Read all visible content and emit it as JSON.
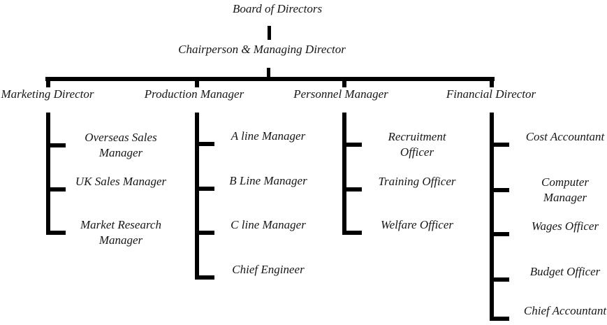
{
  "diagram": {
    "type": "org-chart",
    "board_label": "Board of Directors",
    "chairperson_label": "Chairperson & Managing Director",
    "branches": [
      {
        "label": "Marketing Director",
        "items": [
          "Overseas Sales\nManager",
          "UK Sales Manager",
          "Market Research\nManager"
        ]
      },
      {
        "label": "Production Manager",
        "items": [
          "A line Manager",
          "B Line Manager",
          "C line Manager",
          "Chief Engineer"
        ]
      },
      {
        "label": "Personnel Manager",
        "items": [
          "Recruitment\nOfficer",
          "Training Officer",
          "Welfare Officer"
        ]
      },
      {
        "label": "Financial Director",
        "items": [
          "Cost Accountant",
          "Computer\nManager",
          "Wages Officer",
          "Budget Officer",
          "Chief Accountant"
        ]
      }
    ],
    "colors": {
      "line": "#000000",
      "text": "#161616",
      "background": "#ffffff"
    }
  }
}
